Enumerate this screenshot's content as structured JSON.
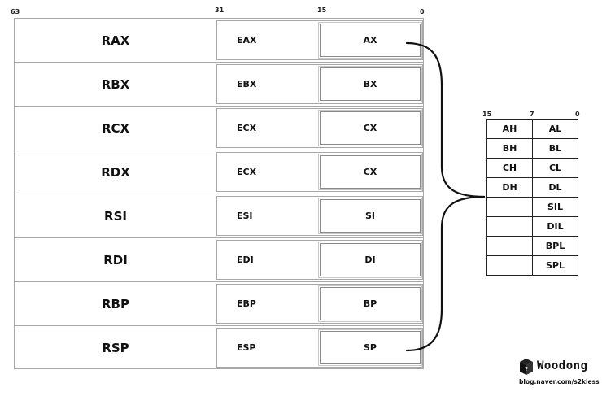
{
  "bit_labels": {
    "b63": "63",
    "b31": "31",
    "b15": "15",
    "b0": "0"
  },
  "registers": [
    {
      "r64": "RAX",
      "r32": "EAX",
      "r16": "AX"
    },
    {
      "r64": "RBX",
      "r32": "EBX",
      "r16": "BX"
    },
    {
      "r64": "RCX",
      "r32": "ECX",
      "r16": "CX"
    },
    {
      "r64": "RDX",
      "r32": "ECX",
      "r16": "CX"
    },
    {
      "r64": "RSI",
      "r32": "ESI",
      "r16": "SI"
    },
    {
      "r64": "RDI",
      "r32": "EDI",
      "r16": "DI"
    },
    {
      "r64": "RBP",
      "r32": "EBP",
      "r16": "BP"
    },
    {
      "r64": "RSP",
      "r32": "ESP",
      "r16": "SP"
    }
  ],
  "byte_bit_labels": {
    "b15": "15",
    "b7": "7",
    "b0": "0"
  },
  "byte_registers": [
    {
      "high": "AH",
      "low": "AL"
    },
    {
      "high": "BH",
      "low": "BL"
    },
    {
      "high": "CH",
      "low": "CL"
    },
    {
      "high": "DH",
      "low": "DL"
    },
    {
      "high": "",
      "low": "SIL"
    },
    {
      "high": "",
      "low": "DIL"
    },
    {
      "high": "",
      "low": "BPL"
    },
    {
      "high": "",
      "low": "SPL"
    }
  ],
  "brand": {
    "name": "Woodong",
    "url": "blog.naver.com/s2kiess"
  },
  "colors": {
    "border": "#a8a8a8",
    "text": "#111111"
  }
}
